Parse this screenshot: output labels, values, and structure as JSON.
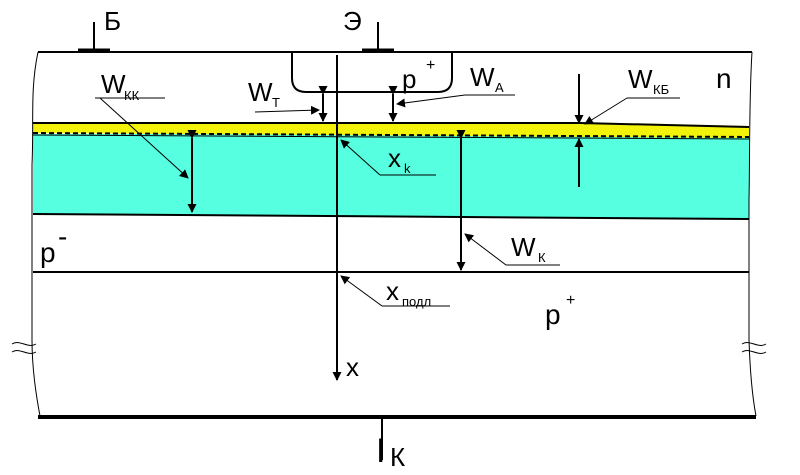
{
  "colors": {
    "background": "#ffffff",
    "stroke": "#000000",
    "yellow_layer": "#f2f20a",
    "cyan_layer": "#55ffe0"
  },
  "terminals": {
    "base": "Б",
    "emitter": "Э",
    "collector": "К",
    "collector_prefix": "I"
  },
  "regions": {
    "emitter_region": {
      "main": "p",
      "sup": "+"
    },
    "epitaxial": {
      "main": "n"
    },
    "lightly_doped": {
      "main": "p",
      "sup": "-"
    },
    "substrate": {
      "main": "p",
      "sup": "+"
    }
  },
  "dimensions": {
    "w_kk": {
      "main": "W",
      "sub": "КК"
    },
    "w_t": {
      "main": "W",
      "sub": "Т"
    },
    "w_a": {
      "main": "W",
      "sub": "А"
    },
    "w_kb": {
      "main": "W",
      "sub": "КБ"
    },
    "x_k": {
      "main": "x",
      "sub": "k"
    },
    "w_k": {
      "main": "W",
      "sub": "К"
    },
    "x_subst": {
      "main": "x",
      "sub": "подл"
    }
  },
  "axis": {
    "label": "x"
  }
}
